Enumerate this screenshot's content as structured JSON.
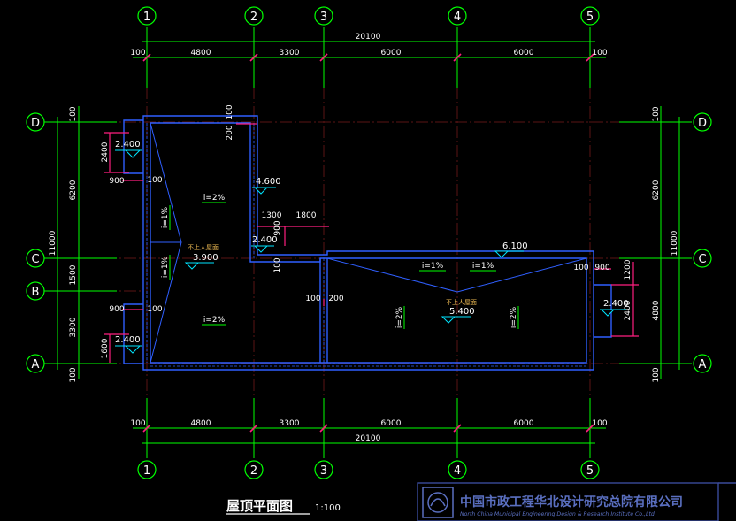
{
  "sheet": {
    "title": "屋顶平面图",
    "scale": "1:100",
    "institute_cn": "中国市政工程华北设计研究总院有限公司",
    "institute_en": "North China Municipal Engineering Design & Research Institute Co.,Ltd."
  },
  "grid": {
    "vertical": [
      "1",
      "2",
      "3",
      "4",
      "5"
    ],
    "horizontal": [
      "A",
      "B",
      "C",
      "D"
    ]
  },
  "dims": {
    "total_width": "20100",
    "edge_left": "100",
    "edge_right": "100",
    "bays": [
      "4800",
      "3300",
      "6000",
      "6000"
    ],
    "left_total": "11000",
    "left_segs": [
      "100",
      "6200",
      "1500",
      "3300",
      "100"
    ],
    "right_total": "11000",
    "right_segs": [
      "100",
      "6200",
      "4800",
      "100"
    ]
  },
  "annotations": {
    "elev_2400": "2.400",
    "elev_4600": "4.600",
    "elev_3900": "3.900",
    "elev_5400": "5.400",
    "elev_6100": "6.100",
    "slope_2pct": "i=2%",
    "slope_1pct": "i=1%",
    "no_access_roof": "不上人屋面",
    "d_2400": "2400",
    "d_900": "900",
    "d_100": "100",
    "d_200": "200",
    "d_1300": "1300",
    "d_1800": "1800",
    "d_1600": "1600",
    "d_1200": "1200"
  },
  "colors": {
    "background": "#000000",
    "dimension": "#00ff00",
    "wall": "#2f5fff",
    "marker": "#ff1f7f",
    "text": "#ffffff",
    "note": "#e6b450"
  }
}
